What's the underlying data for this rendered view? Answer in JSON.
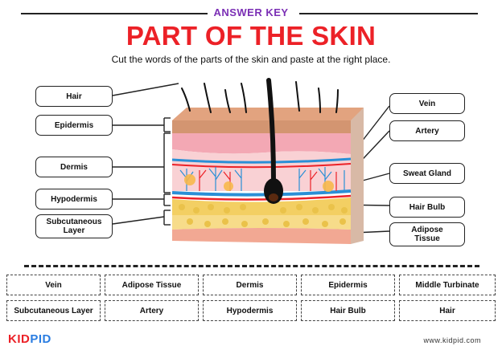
{
  "header": {
    "answer_key": "ANSWER KEY",
    "title": "PART OF THE SKIN",
    "instruction": "Cut the words of the parts of the skin and paste at the right place."
  },
  "left_labels": [
    "Hair",
    "Epidermis",
    "Dermis",
    "Hypodermis",
    "Subcutaneous Layer"
  ],
  "right_labels": [
    "Vein",
    "Artery",
    "Sweat Gland",
    "Hair Bulb",
    "Adipose Tissue"
  ],
  "word_bank": {
    "row1": [
      "Vein",
      "Adipose Tissue",
      "Dermis",
      "Epidermis",
      "Middle Turbinate"
    ],
    "row2": [
      "Subcutaneous Layer",
      "Artery",
      "Hypodermis",
      "Hair Bulb",
      "Hair"
    ]
  },
  "footer": {
    "logo_k": "KID",
    "logo_p": "PID",
    "website": "www.kidpid.com"
  },
  "colors": {
    "title": "#ec2127",
    "answer_key": "#7b2fb5",
    "epidermis": "#e2a37f",
    "dermis": "#f6c5c9",
    "fat": "#f7d36b",
    "vein": "#2a8fd6",
    "artery": "#ec2127"
  }
}
